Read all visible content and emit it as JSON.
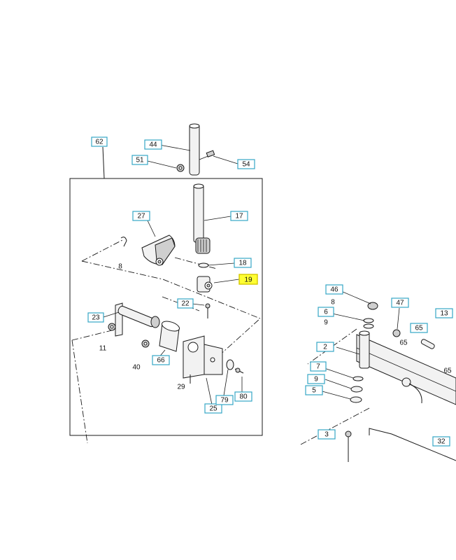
{
  "callouts": {
    "c62": "62",
    "c44": "44",
    "c51": "51",
    "c54": "54",
    "c17": "17",
    "c27": "27",
    "c18": "18",
    "c19": "19",
    "c22": "22",
    "c23": "23",
    "c66": "66",
    "c25": "25",
    "c79": "79",
    "c80": "80",
    "c46": "46",
    "c47": "47",
    "c13": "13",
    "c6": "6",
    "c65": "65",
    "c2": "2",
    "c7": "7",
    "c9": "9",
    "c5": "5",
    "c3": "3",
    "c32": "32"
  },
  "labels": {
    "l8a": "8",
    "l11": "11",
    "l40": "40",
    "l29": "29",
    "l8b": "8",
    "l9": "9",
    "l65": "65",
    "l65b": "65"
  },
  "highlighted_callout": "19",
  "colors": {
    "callout_border": "#36a6c6",
    "highlight_fill": "#ffff33"
  }
}
